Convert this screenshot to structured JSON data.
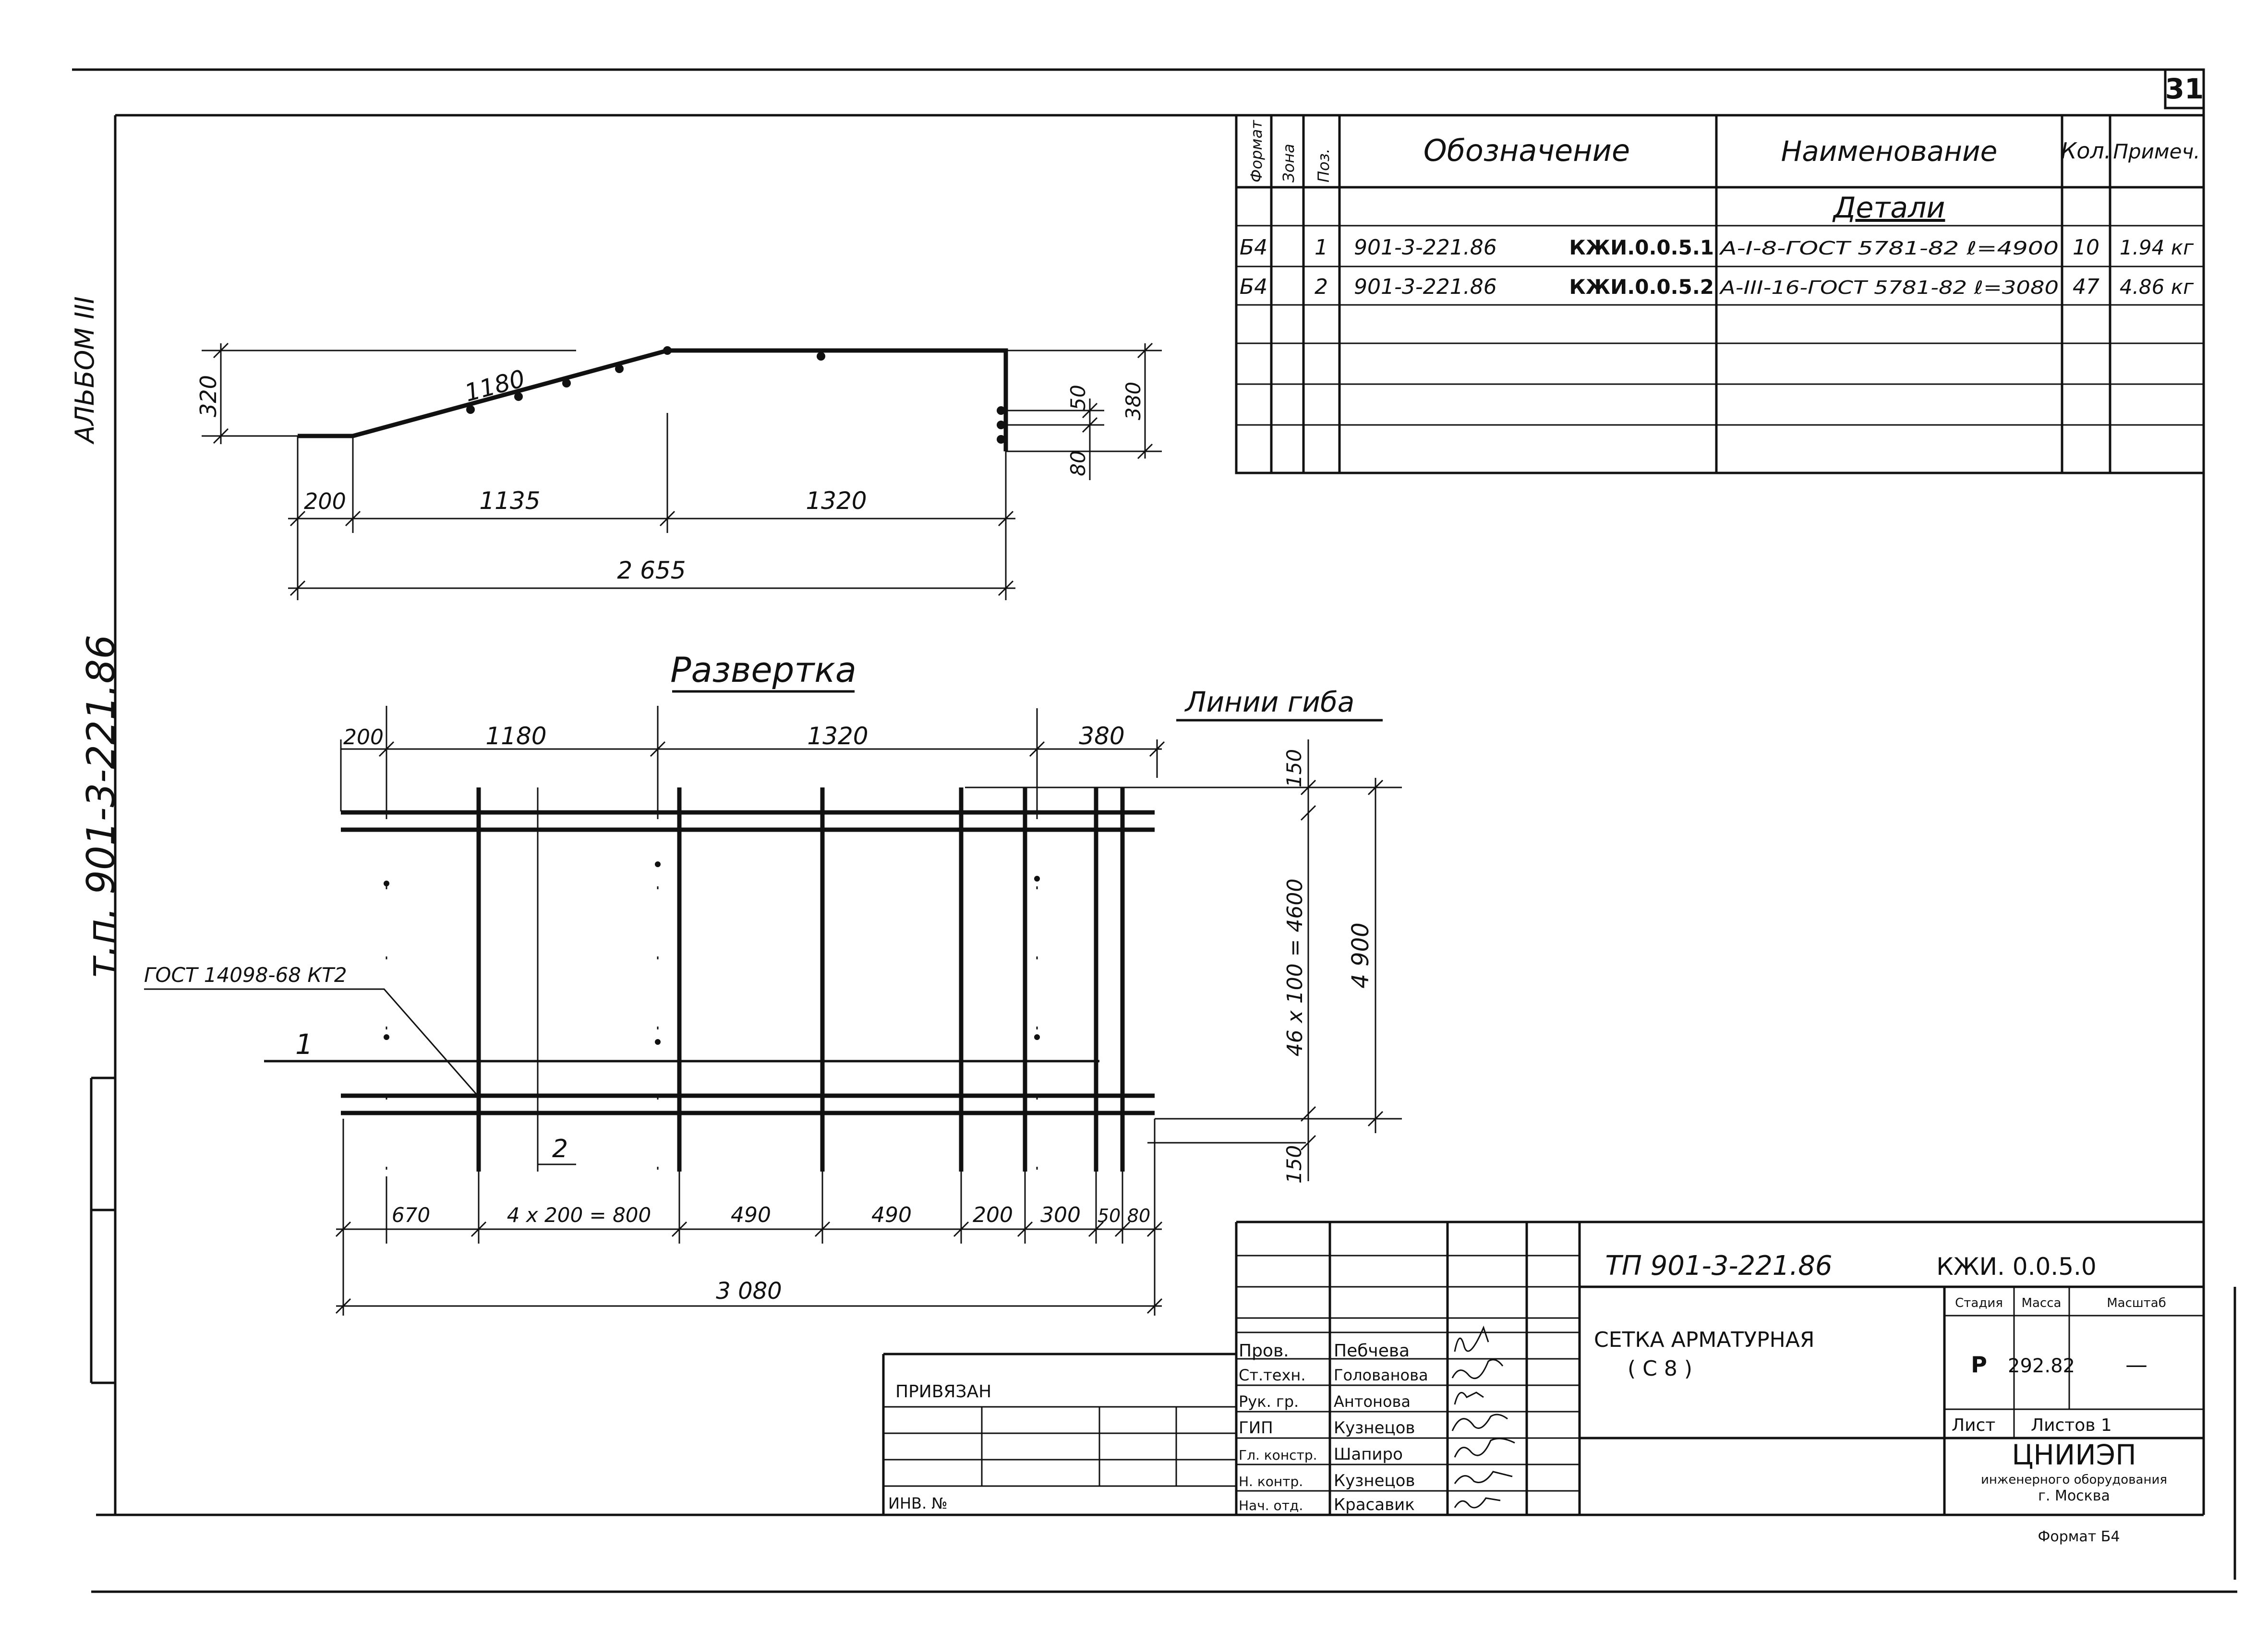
{
  "sheet_number": "31",
  "side": {
    "album": "АЛЬБОМ III",
    "project": "т.п. 901-3-221.86"
  },
  "spec": {
    "headers": {
      "format": "Формат",
      "zone": "Зона",
      "pos": "Поз.",
      "designation": "Обозначение",
      "name": "Наименование",
      "qty": "Кол.",
      "note": "Примеч."
    },
    "section": "Детали",
    "rows": [
      {
        "format": "Б4",
        "pos": "1",
        "doc": "901-3-221.86",
        "code": "КЖИ.0.0.5.1",
        "name": "А-I-8-ГОСТ 5781-82 ℓ=4900",
        "qty": "10",
        "note": "1.94 кг"
      },
      {
        "format": "Б4",
        "pos": "2",
        "doc": "901-3-221.86",
        "code": "КЖИ.0.0.5.2",
        "name": "А-III-16-ГОСТ 5781-82 ℓ=3080",
        "qty": "47",
        "note": "4.86 кг"
      }
    ]
  },
  "profile": {
    "d320": "320",
    "d1180": "1180",
    "d50": "50",
    "d380": "380",
    "d80": "80",
    "d200": "200",
    "d1135": "1135",
    "d1320": "1320",
    "d2655": "2 655"
  },
  "unfold": {
    "title": "Развертка",
    "bend_lines": "Линии гиба",
    "top": {
      "d200": "200",
      "d1180": "1180",
      "d1320": "1320",
      "d380": "380"
    },
    "right": {
      "d150a": "150",
      "d4600": "46 х 100 = 4600",
      "d4900": "4 900",
      "d150b": "150"
    },
    "gost": "ГОСТ 14098-68 КТ2",
    "pos1": "1",
    "pos2": "2",
    "bottom": [
      "670",
      "4 х 200 = 800",
      "490",
      "490",
      "200",
      "300",
      "50",
      "80"
    ],
    "total": "3 080"
  },
  "title_block": {
    "doc_code": "ТП 901-3-221.86",
    "doc_mark": "КЖИ. 0.0.5.0",
    "title_line1": "СЕТКА АРМАТУРНАЯ",
    "title_line2": "( С 8 )",
    "stage_label": "Стадия",
    "mass_label": "Масса",
    "scale_label": "Масштаб",
    "stage": "Р",
    "mass": "292.82",
    "scale": "—",
    "sheet_label": "Лист",
    "sheets_label": "Листов 1",
    "org1": "ЦНИИЭП",
    "org2": "инженерного оборудования",
    "org3": "г. Москва",
    "format_note": "Формат Б4",
    "bound": "ПРИВЯЗАН",
    "inv": "ИНВ. №",
    "roles": [
      {
        "role": "Пров.",
        "name": "Пебчева"
      },
      {
        "role": "Ст.техн.",
        "name": "Голованова"
      },
      {
        "role": "Рук. гр.",
        "name": "Антонова"
      },
      {
        "role": "ГИП",
        "name": "Кузнецов"
      },
      {
        "role": "Гл. констр.",
        "name": "Шапиро"
      },
      {
        "role": "Н. контр.",
        "name": "Кузнецов"
      },
      {
        "role": "Нач. отд.",
        "name": "Красавик"
      }
    ]
  }
}
